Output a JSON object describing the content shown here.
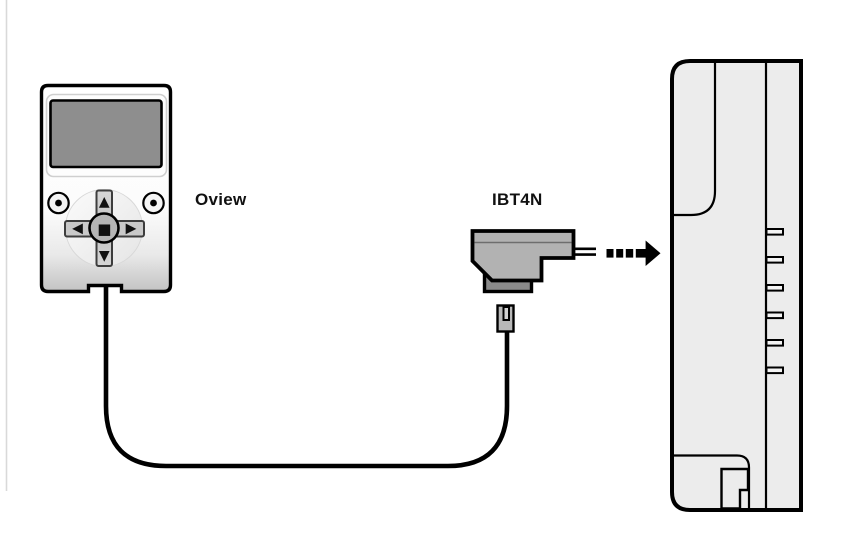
{
  "figure": {
    "type": "connection-diagram",
    "background": "#ffffff",
    "labels": {
      "left_device": "Oview",
      "adapter": "IBT4N"
    },
    "description_elements": {
      "left_device": "Oview programmer with display and navigation pad",
      "adapter": "IBT4N connector on cable",
      "right_device": "control unit housing with vent slots",
      "flow": "dashed arrow pointing from connector into control unit"
    }
  },
  "icons": {
    "up_arrow": "▲",
    "down_arrow": "▼",
    "left_arrow": "◀",
    "right_arrow": "▶",
    "center_button": "■",
    "flow_arrow": "dashed-right-arrow"
  },
  "colors": {
    "outline": "#000000",
    "screen-gray": "#8e8e8e",
    "bezel-stroke": "#cfcfcf",
    "bezel-fill": "#fdfdfd",
    "dpad-bar": "#c9c9c9",
    "dpad-bar-stroke": "#3d3d3d",
    "dpad-center": "#b5b5b5",
    "side-button-fill": "#f4f4f4",
    "connector-gray": "#b2b2b2",
    "connector-dark": "#8a8a8a",
    "connector-seam": "#6e6e6e",
    "plug-gray": "#b9b9b9",
    "plug-slot": "#d2d2d2",
    "unit-fill": "#ececec",
    "slot-fill": "#f4f4f4",
    "page-edge": "#d9d9d9"
  }
}
